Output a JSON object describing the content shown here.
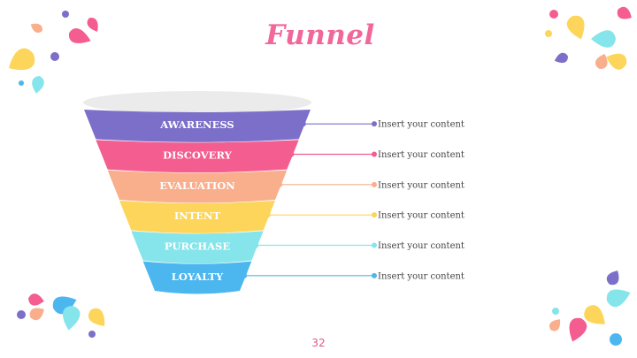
{
  "title": "Funnel",
  "page_number": "32",
  "stages": [
    {
      "label": "AWARENESS",
      "content": "Insert your content",
      "color": "#7b6fc9"
    },
    {
      "label": "DISCOVERY",
      "content": "Insert your content",
      "color": "#f45d8f"
    },
    {
      "label": "EVALUATION",
      "content": "Insert your content",
      "color": "#f9ae8c"
    },
    {
      "label": "INTENT",
      "content": "Insert your content",
      "color": "#fcd55a"
    },
    {
      "label": "PURCHASE",
      "content": "Insert your content",
      "color": "#86e5ea"
    },
    {
      "label": "LOYALTY",
      "content": "Insert your content",
      "color": "#4cb6ef"
    }
  ],
  "colors": {
    "title": "#f2679a",
    "funnel_rim": "#ebebeb",
    "decor": [
      "#7b6fc9",
      "#f45d8f",
      "#f9ae8c",
      "#fcd55a",
      "#86e5ea",
      "#4cb6ef"
    ]
  }
}
